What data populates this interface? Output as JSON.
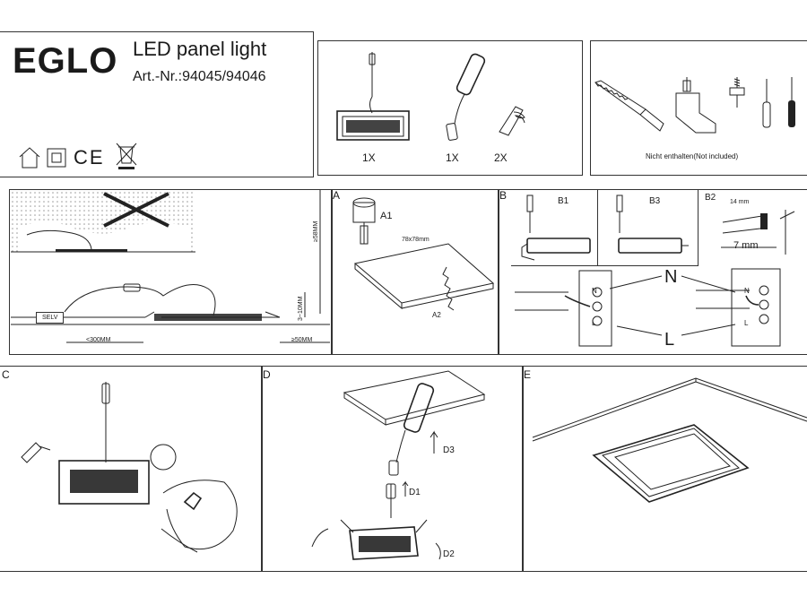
{
  "brand": "EGLO",
  "header": {
    "title": "LED panel light",
    "article": "Art.-Nr.:94045/94046"
  },
  "cert_icons": [
    "indoor-house-icon",
    "class-ii-icon",
    "ce-mark-icon",
    "weee-bin-icon"
  ],
  "ce_text": "CE",
  "contents": {
    "qty_panel": "1X",
    "qty_driver": "1X",
    "qty_springs": "2X"
  },
  "tools": {
    "note": "Nicht enthalten(Not included)",
    "icons": [
      "saw-icon",
      "drill-icon",
      "screw-icon",
      "flat-screwdriver-icon",
      "phillips-screwdriver-icon"
    ]
  },
  "overview": {
    "selv": "SELV",
    "dim_cable": "<300MM",
    "dim_edge": "≥50MM",
    "dim_height": "≥58MM",
    "dim_thickness": "3~10MM"
  },
  "step_a": {
    "letter": "A",
    "a1": "A1",
    "a2": "A2",
    "cutout": "78x78mm"
  },
  "step_b": {
    "letter": "B",
    "b1": "B1",
    "b2": "B2",
    "b3": "B3",
    "strip_14": "14 mm",
    "strip_7": "7 mm",
    "n_label": "N",
    "l_label": "L",
    "n_small": "N",
    "l_small": "L"
  },
  "step_c": {
    "letter": "C"
  },
  "step_d": {
    "letter": "D",
    "d1": "D1",
    "d2": "D2",
    "d3": "D3"
  },
  "step_e": {
    "letter": "E"
  }
}
